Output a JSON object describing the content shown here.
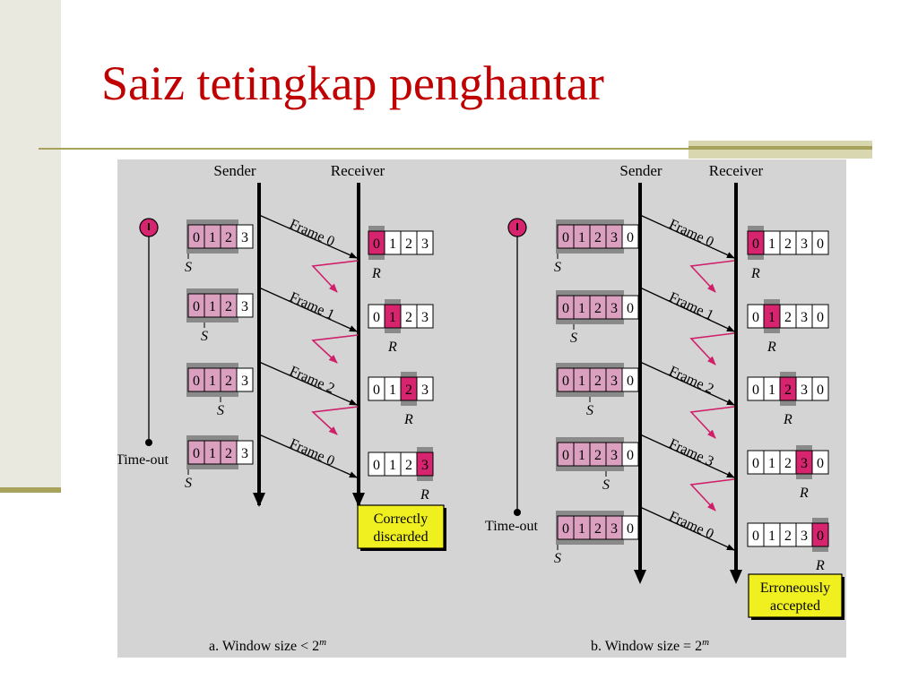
{
  "slide": {
    "title": "Saiz tetingkap penghantar"
  },
  "diagram": {
    "labels": {
      "sender": "Sender",
      "receiver": "Receiver",
      "timeout": "Time-out",
      "s_marker": "S",
      "r_marker": "R"
    },
    "part_a": {
      "caption_prefix": "a. Window size < 2",
      "caption_sup": "m",
      "sender_window": [
        "0",
        "1",
        "2",
        "3"
      ],
      "receiver_window": [
        "0",
        "1",
        "2",
        "3"
      ],
      "frames": [
        "Frame 0",
        "Frame 1",
        "Frame 2",
        "Frame 0"
      ],
      "result": [
        "Correctly",
        "discarded"
      ]
    },
    "part_b": {
      "caption_prefix": "b. Window size = 2",
      "caption_sup": "m",
      "sender_window": [
        "0",
        "1",
        "2",
        "3",
        "0"
      ],
      "receiver_window": [
        "0",
        "1",
        "2",
        "3",
        "0"
      ],
      "frames": [
        "Frame 0",
        "Frame 1",
        "Frame 2",
        "Frame 3",
        "Frame 0"
      ],
      "result": [
        "Erroneously",
        "accepted"
      ]
    },
    "colors": {
      "window_fill": "#dba0c0",
      "window_frame": "#8a8a8a",
      "highlight": "#d6246e",
      "ack_arrow": "#d01f6a",
      "note_fill": "#f0f020",
      "timer_fill": "#d6246e"
    }
  }
}
